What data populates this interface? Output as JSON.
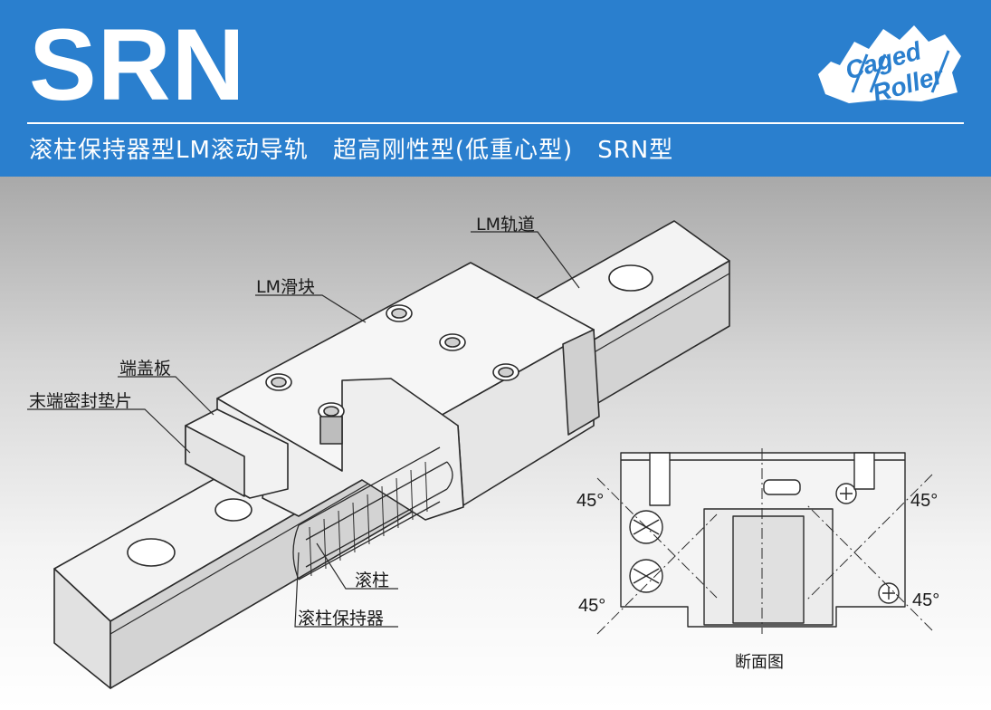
{
  "header": {
    "brand": "SRN",
    "subtitle": "滚柱保持器型LM滚动导轨　超高刚性型(低重心型)　SRN型",
    "logo": {
      "line1": "Caged",
      "line2": "Roller"
    }
  },
  "callouts": {
    "lm_rail": "LM轨道",
    "lm_block": "LM滑块",
    "end_plate": "端盖板",
    "end_seal": "末端密封垫片",
    "roller": "滚柱",
    "roller_cage": "滚柱保持器"
  },
  "cross_section": {
    "caption": "断面图",
    "angles": [
      "45°",
      "45°",
      "45°",
      "45°"
    ]
  },
  "colors": {
    "header_blue": "#2a7fce",
    "metal_light": "#f2f2f2",
    "metal_mid": "#dcdcdc",
    "outline": "#2b2b2b"
  }
}
